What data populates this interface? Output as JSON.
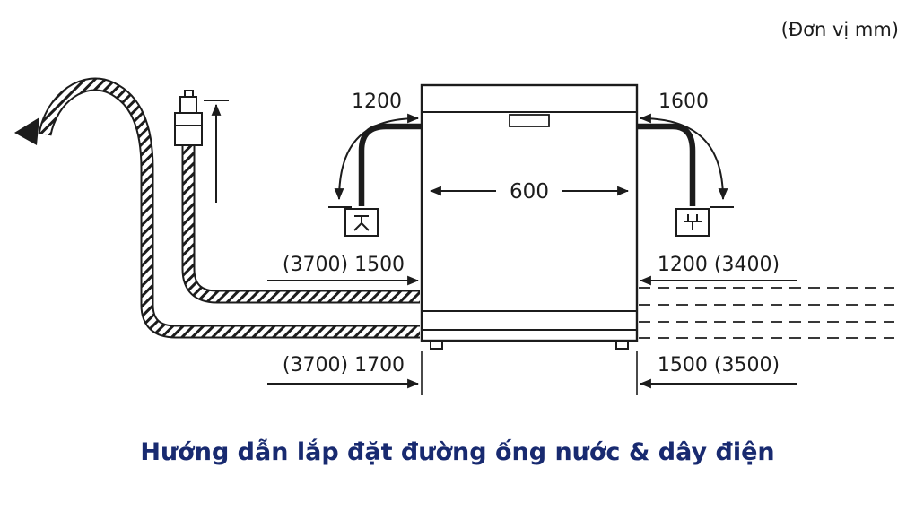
{
  "unit_note": "(Đơn vị mm)",
  "caption": "Hướng dẫn lắp đặt đường ống nước & dây điện",
  "colors": {
    "line": "#1c1c1c",
    "caption_text": "#182a70",
    "background": "#ffffff"
  },
  "diagram": {
    "dimensions": {
      "inlet_hose_drop": "1200",
      "power_cable_drop": "1600",
      "machine_width": "600",
      "inlet_hose_run": "(3700) 1500",
      "power_cable_run": "1200 (3400)",
      "drain_hose_run": "(3700) 1700",
      "power_cord_run": "1500 (3500)"
    },
    "icons": {
      "left_connector": "water-tap-icon",
      "right_connector": "power-plug-icon"
    }
  }
}
